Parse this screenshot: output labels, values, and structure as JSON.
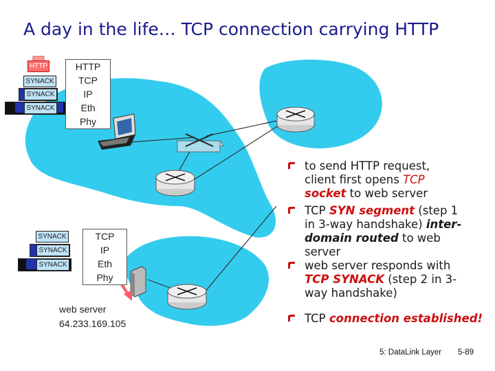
{
  "title": "A day in the life… TCP connection carrying HTTP",
  "client_packets": [
    "HTTP",
    "SYNACK",
    "SYNACK",
    "SYNACK"
  ],
  "client_stack": [
    "HTTP",
    "TCP",
    "IP",
    "Eth",
    "Phy"
  ],
  "server_packets": [
    "SYNACK",
    "SYNACK",
    "SYNACK"
  ],
  "server_stack": [
    "TCP",
    "IP",
    "Eth",
    "Phy"
  ],
  "server_label": {
    "line1": "web server",
    "line2": "64.233.169.105"
  },
  "bullets": {
    "b1": {
      "t1": "to send HTTP request,",
      "t2": "client first opens ",
      "t3": "TCP",
      "t4": "socket",
      "t5": " to web server"
    },
    "b2": {
      "t1": "TCP ",
      "t2": "SYN segment",
      "t3": " (step 1",
      "t4": "in 3-way handshake) ",
      "t5": "inter-",
      "t6": "domain routed",
      "t7": " to web",
      "t8": "server"
    },
    "b3": {
      "t1": "web server responds with",
      "t2": "TCP SYNACK",
      "t3": " (step 2 in 3-",
      "t4": "way handshake)"
    },
    "b4": {
      "t1": "TCP ",
      "t2": "connection established!"
    }
  },
  "footer": {
    "left": "5: DataLink Layer",
    "right": "5-89"
  },
  "colors": {
    "network": "#33ccee",
    "title": "#1a1a8c",
    "highlight": "#cc1010"
  }
}
